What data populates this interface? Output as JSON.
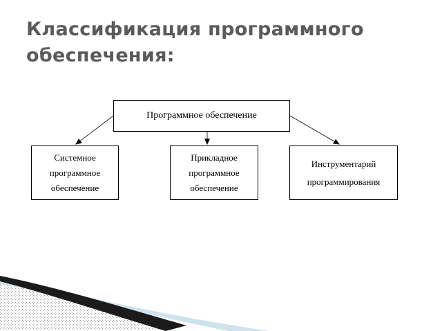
{
  "slide": {
    "title": "Классификация программного обеспечения:"
  },
  "diagram": {
    "root": "Программное обеспечение",
    "children": [
      "Системное\nпрограммное\nобеспечение",
      "Прикладное\nпрограммное\nобеспечение",
      "Инструментарий\nпрограммирования"
    ]
  }
}
